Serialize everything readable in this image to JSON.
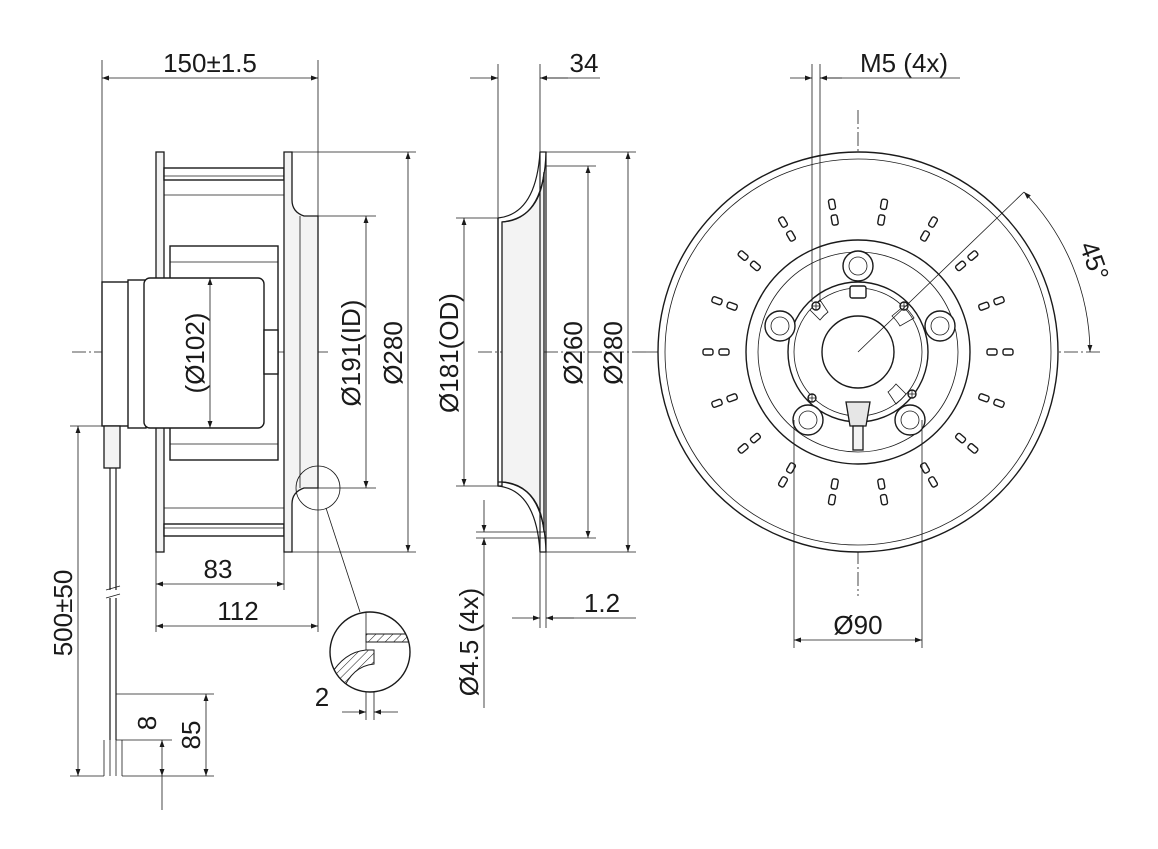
{
  "drawing": {
    "side_view": {
      "width": "150±1.5",
      "hub_diameter": "(Ø102)",
      "inlet_id": "Ø191(ID)",
      "outer_diameter": "Ø280",
      "depth_83": "83",
      "depth_112": "112",
      "cable_length": "500±50",
      "strip_short": "8",
      "strip_long": "85",
      "detail_value": "2"
    },
    "inlet_ring": {
      "depth": "34",
      "od": "Ø181(OD)",
      "d260": "Ø260",
      "d280": "Ø280",
      "holes": "Ø4.5 (4x)",
      "thickness": "1.2"
    },
    "front_view": {
      "threads": "M5 (4x)",
      "angle": "45°",
      "bolt_circle": "Ø90"
    }
  }
}
